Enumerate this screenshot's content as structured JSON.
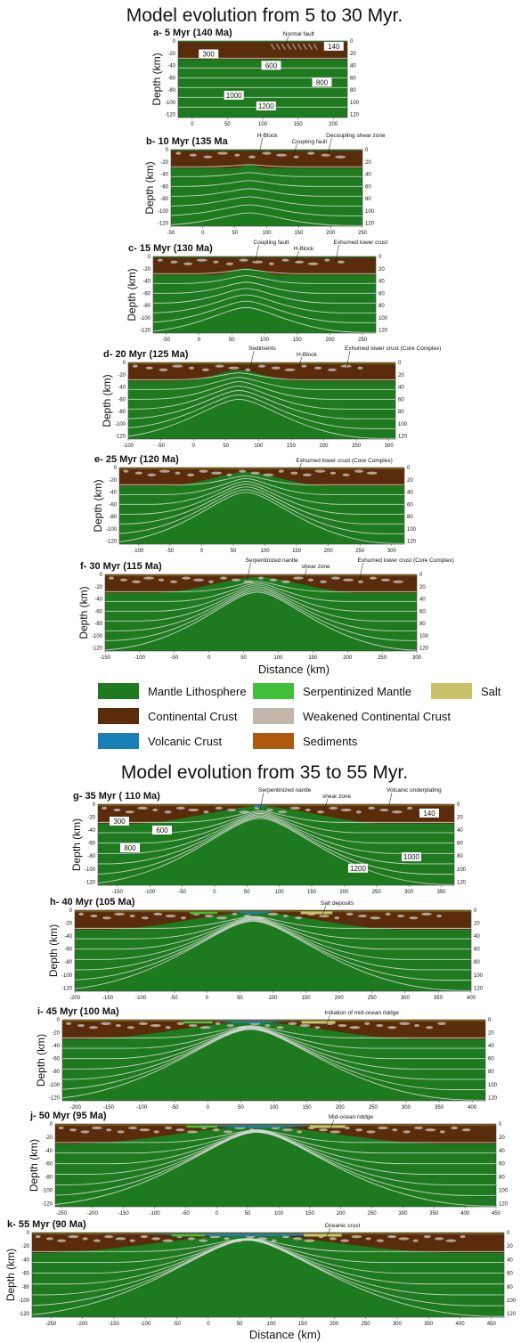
{
  "titles": {
    "section1": "Model evolution from 5 to 30 Myr.",
    "section2": "Model evolution from 35 to 55 Myr."
  },
  "axis": {
    "ylabel": "Depth (km)",
    "xlabel": "Distance (km)",
    "depth_ticks": [
      "0",
      "-20",
      "-40",
      "-60",
      "-80",
      "-100",
      "-120"
    ],
    "right_depth_ticks": [
      "0",
      "20",
      "40",
      "60",
      "80",
      "100",
      "120"
    ]
  },
  "colors": {
    "mantle": "#1e7a1e",
    "continental_crust": "#5a2c0c",
    "weakened_crust": "#c3b6aa",
    "serpentinized": "#3fbf3a",
    "volcanic": "#1a7fb4",
    "salt": "#c8c36a",
    "sediments": "#b05a10",
    "isotherm": "#d9d9d9"
  },
  "legend": {
    "items": [
      {
        "label": "Mantle Lithosphere",
        "color": "#1e7a1e"
      },
      {
        "label": "Serpentinized Mantle",
        "color": "#3fbf3a"
      },
      {
        "label": "Salt",
        "color": "#c8c36a"
      },
      {
        "label": "Continental Crust",
        "color": "#5a2c0c"
      },
      {
        "label": "Weakened Continental Crust",
        "color": "#c3b6aa"
      },
      {
        "label": "Volcanic Crust",
        "color": "#1a7fb4"
      },
      {
        "label": "Sediments",
        "color": "#b05a10"
      }
    ]
  },
  "panels": [
    {
      "id": "a",
      "title": "a- 5 Myr (140 Ma)",
      "x_ticks": [
        "0",
        "50",
        "100",
        "150",
        "200"
      ],
      "xmin": -20,
      "xmax": 220,
      "annotations": [
        "Normal fault"
      ],
      "isotherm_labels": [
        "140",
        "300",
        "600",
        "800",
        "1000",
        "1200"
      ]
    },
    {
      "id": "b",
      "title": "b- 10 Myr (135 Ma",
      "x_ticks": [
        "-50",
        "0",
        "50",
        "100",
        "150",
        "200",
        "250"
      ],
      "xmin": -50,
      "xmax": 250,
      "annotations": [
        "H-Block",
        "Coupling  fault",
        "Decoupling shear zone"
      ]
    },
    {
      "id": "c",
      "title": "c- 15 Myr (130 Ma)",
      "x_ticks": [
        "-50",
        "0",
        "50",
        "100",
        "150",
        "200",
        "250"
      ],
      "xmin": -70,
      "xmax": 270,
      "annotations": [
        "Coupling  fault",
        "H-Block",
        "Exhumed lower crust"
      ]
    },
    {
      "id": "d",
      "title": "d- 20 Myr (125 Ma)",
      "x_ticks": [
        "-100",
        "-50",
        "0",
        "50",
        "100",
        "150",
        "200",
        "250",
        "300"
      ],
      "xmin": -100,
      "xmax": 310,
      "annotations": [
        "Sediments",
        "H-Block",
        "Exhumed lower crust (Core Complex)"
      ]
    },
    {
      "id": "e",
      "title": "e- 25 Myr (120 Ma)",
      "x_ticks": [
        "-100",
        "-50",
        "0",
        "50",
        "100",
        "150",
        "200",
        "250",
        "300"
      ],
      "xmin": -130,
      "xmax": 320,
      "annotations": [
        "Exhumed lower crust (Core Complex)"
      ]
    },
    {
      "id": "f",
      "title": "f- 30 Myr  (115 Ma)",
      "x_ticks": [
        "-150",
        "-100",
        "-50",
        "0",
        "50",
        "100",
        "150",
        "200",
        "250",
        "300"
      ],
      "xmin": -150,
      "xmax": 300,
      "annotations": [
        "Serpentinized nantle",
        "shear zone",
        "Exhumed lower crust (Core Complex)"
      ]
    },
    {
      "id": "g",
      "title": "g- 35 Myr ( 110 Ma)",
      "x_ticks": [
        "-150",
        "-100",
        "-50",
        "0",
        "50",
        "100",
        "150",
        "200",
        "250",
        "300",
        "350"
      ],
      "xmin": -180,
      "xmax": 370,
      "annotations": [
        "Serpentinized nantle",
        "shear zone",
        "Volcanic underplating"
      ],
      "isotherm_labels": [
        "140",
        "300",
        "600",
        "800",
        "1000",
        "1200"
      ]
    },
    {
      "id": "h",
      "title": "h- 40 Myr (105 Ma)",
      "x_ticks": [
        "-200",
        "-150",
        "-100",
        "-50",
        "0",
        "50",
        "100",
        "150",
        "200",
        "250",
        "300",
        "350",
        "400"
      ],
      "xmin": -200,
      "xmax": 400,
      "annotations": [
        "Salt deposits"
      ]
    },
    {
      "id": "i",
      "title": "i- 45 Myr (100 Ma)",
      "x_ticks": [
        "-200",
        "-150",
        "-100",
        "-50",
        "0",
        "50",
        "100",
        "150",
        "200",
        "250",
        "300",
        "350",
        "400"
      ],
      "xmin": -220,
      "xmax": 420,
      "annotations": [
        "Initiation of mid-ocean riddge"
      ]
    },
    {
      "id": "j",
      "title": "j- 50 Myr (95 Ma)",
      "x_ticks": [
        "-250",
        "-200",
        "-150",
        "-100",
        "-50",
        "0",
        "50",
        "100",
        "150",
        "200",
        "250",
        "300",
        "350",
        "400",
        "450"
      ],
      "xmin": -260,
      "xmax": 450,
      "annotations": [
        "Mid-ocean riddge"
      ]
    },
    {
      "id": "k",
      "title": "k- 55 Myr (90 Ma)",
      "x_ticks": [
        "-250",
        "-200",
        "-150",
        "-100",
        "-50",
        "0",
        "50",
        "100",
        "150",
        "200",
        "250",
        "300",
        "350",
        "400",
        "450"
      ],
      "xmin": -280,
      "xmax": 470,
      "annotations": [
        "Oceanic crust"
      ]
    }
  ]
}
